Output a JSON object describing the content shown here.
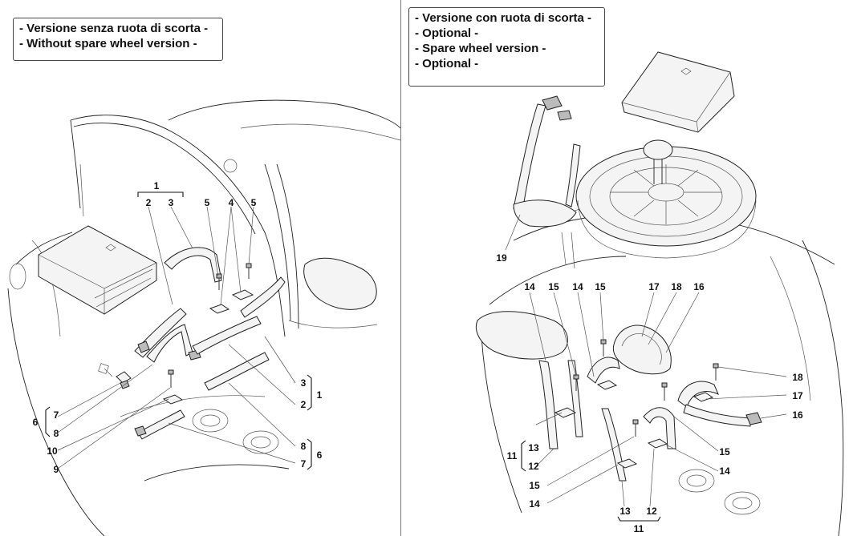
{
  "left_panel": {
    "caption": [
      "- Versione senza ruota di scorta -",
      "- Without spare wheel version -"
    ],
    "labels": {
      "l1_top": "1",
      "l2_top": "2",
      "l3_top": "3",
      "l4": "4",
      "l5a": "5",
      "l5b": "5",
      "l3_r": "3",
      "l2_r": "2",
      "l1_r": "1",
      "l6_l": "6",
      "l7_l": "7",
      "l8_l": "8",
      "l10": "10",
      "l9": "9",
      "l8_r": "8",
      "l7_r": "7",
      "l6_r": "6"
    }
  },
  "right_panel": {
    "caption": [
      "- Versione con ruota di scorta -",
      "- Optional -",
      "- Spare wheel version -",
      "- Optional -"
    ],
    "labels": {
      "l19": "19",
      "l14a": "14",
      "l15a": "15",
      "l14b": "14",
      "l15b": "15",
      "l17a": "17",
      "l18a": "18",
      "l16a": "16",
      "l18b": "18",
      "l17b": "17",
      "l16b": "16",
      "l15c": "15",
      "l14c": "14",
      "l11_l": "11",
      "l13_l": "13",
      "l12_l": "12",
      "l15d": "15",
      "l14d": "14",
      "l13_b": "13",
      "l12_b": "12",
      "l11_b": "11"
    }
  }
}
